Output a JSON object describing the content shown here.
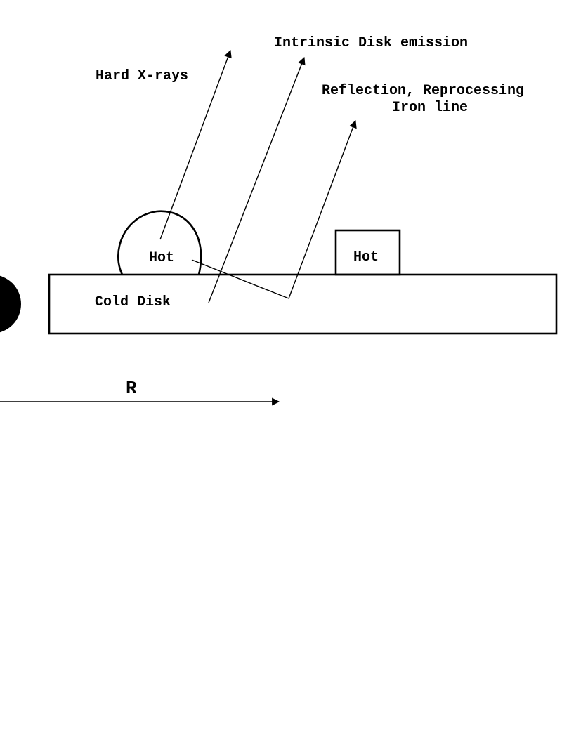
{
  "labels": {
    "intrinsic_disk_emission": "Intrinsic Disk emission",
    "hard_xrays": "Hard X-rays",
    "reflection_line1": "Reflection, Reprocessing",
    "reflection_line2": "Iron line",
    "hot_corona": "Hot",
    "hot_blob": "Hot",
    "cold_disk": "Cold Disk",
    "radius_axis": "R"
  },
  "colors": {
    "ink": "#000000",
    "background": "#ffffff"
  }
}
